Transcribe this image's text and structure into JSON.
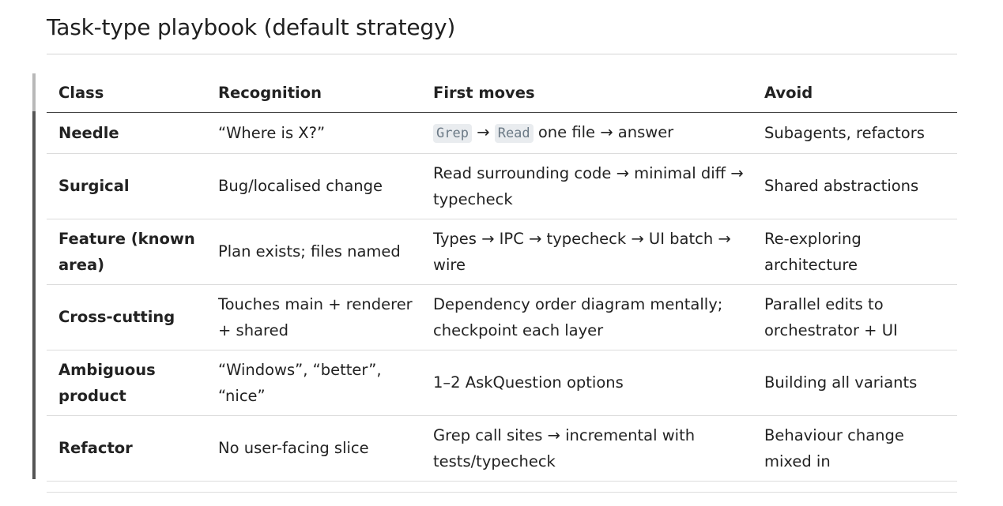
{
  "title": "Task-type playbook (default strategy)",
  "table": {
    "headers": [
      "Class",
      "Recognition",
      "First moves",
      "Avoid"
    ],
    "rows": [
      {
        "class": "Needle",
        "recognition": "“Where is X?”",
        "first_moves": {
          "code_1": "Grep",
          "arrow_1": " → ",
          "code_2": "Read",
          "rest": " one file → answer"
        },
        "avoid": "Subagents, refactors"
      },
      {
        "class": "Surgical",
        "recognition": "Bug/localised change",
        "first_moves": "Read surrounding code → minimal diff → typecheck",
        "avoid": "Shared abstractions"
      },
      {
        "class": "Feature (known area)",
        "recognition": "Plan exists; files named",
        "first_moves": "Types → IPC → typecheck → UI batch → wire",
        "avoid": "Re-exploring architecture"
      },
      {
        "class": "Cross-cutting",
        "recognition": "Touches main + renderer + shared",
        "first_moves": "Dependency order diagram mentally; checkpoint each layer",
        "avoid": "Parallel edits to orchestrator + UI"
      },
      {
        "class": "Ambiguous product",
        "recognition": "“Windows”, “better”, “nice”",
        "first_moves": "1–2 AskQuestion options",
        "avoid": "Building all variants"
      },
      {
        "class": "Refactor",
        "recognition": "No user-facing slice",
        "first_moves": "Grep call sites → incremental with tests/typecheck",
        "avoid": "Behaviour change mixed in"
      }
    ]
  }
}
